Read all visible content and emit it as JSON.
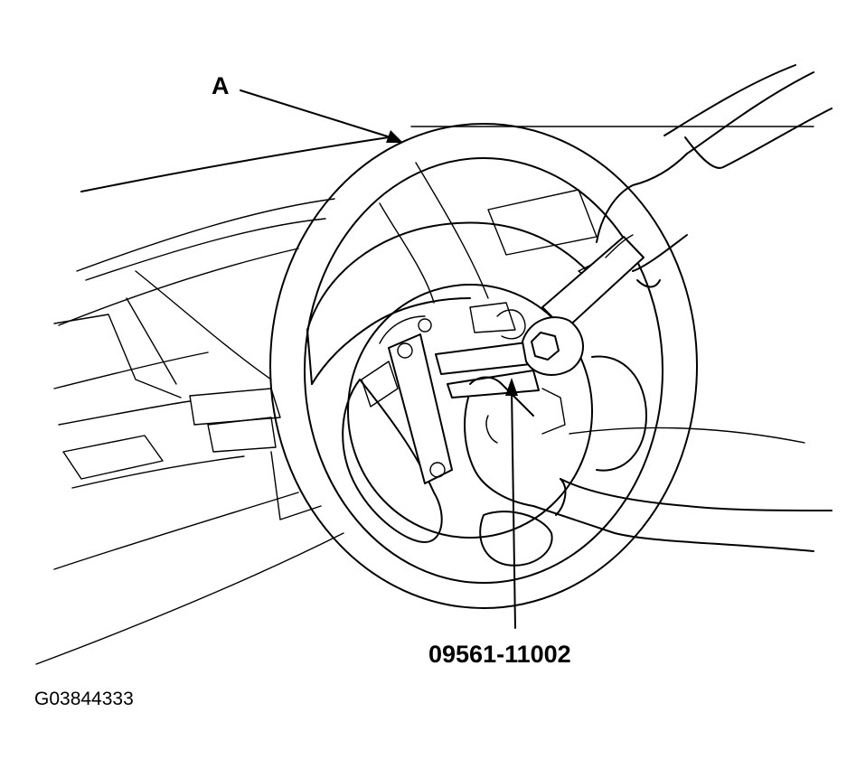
{
  "labels": {
    "part_a": "A",
    "tool_number": "09561-11002",
    "figure_id": "G03844333"
  },
  "colors": {
    "line": "#000000",
    "background": "#ffffff"
  }
}
